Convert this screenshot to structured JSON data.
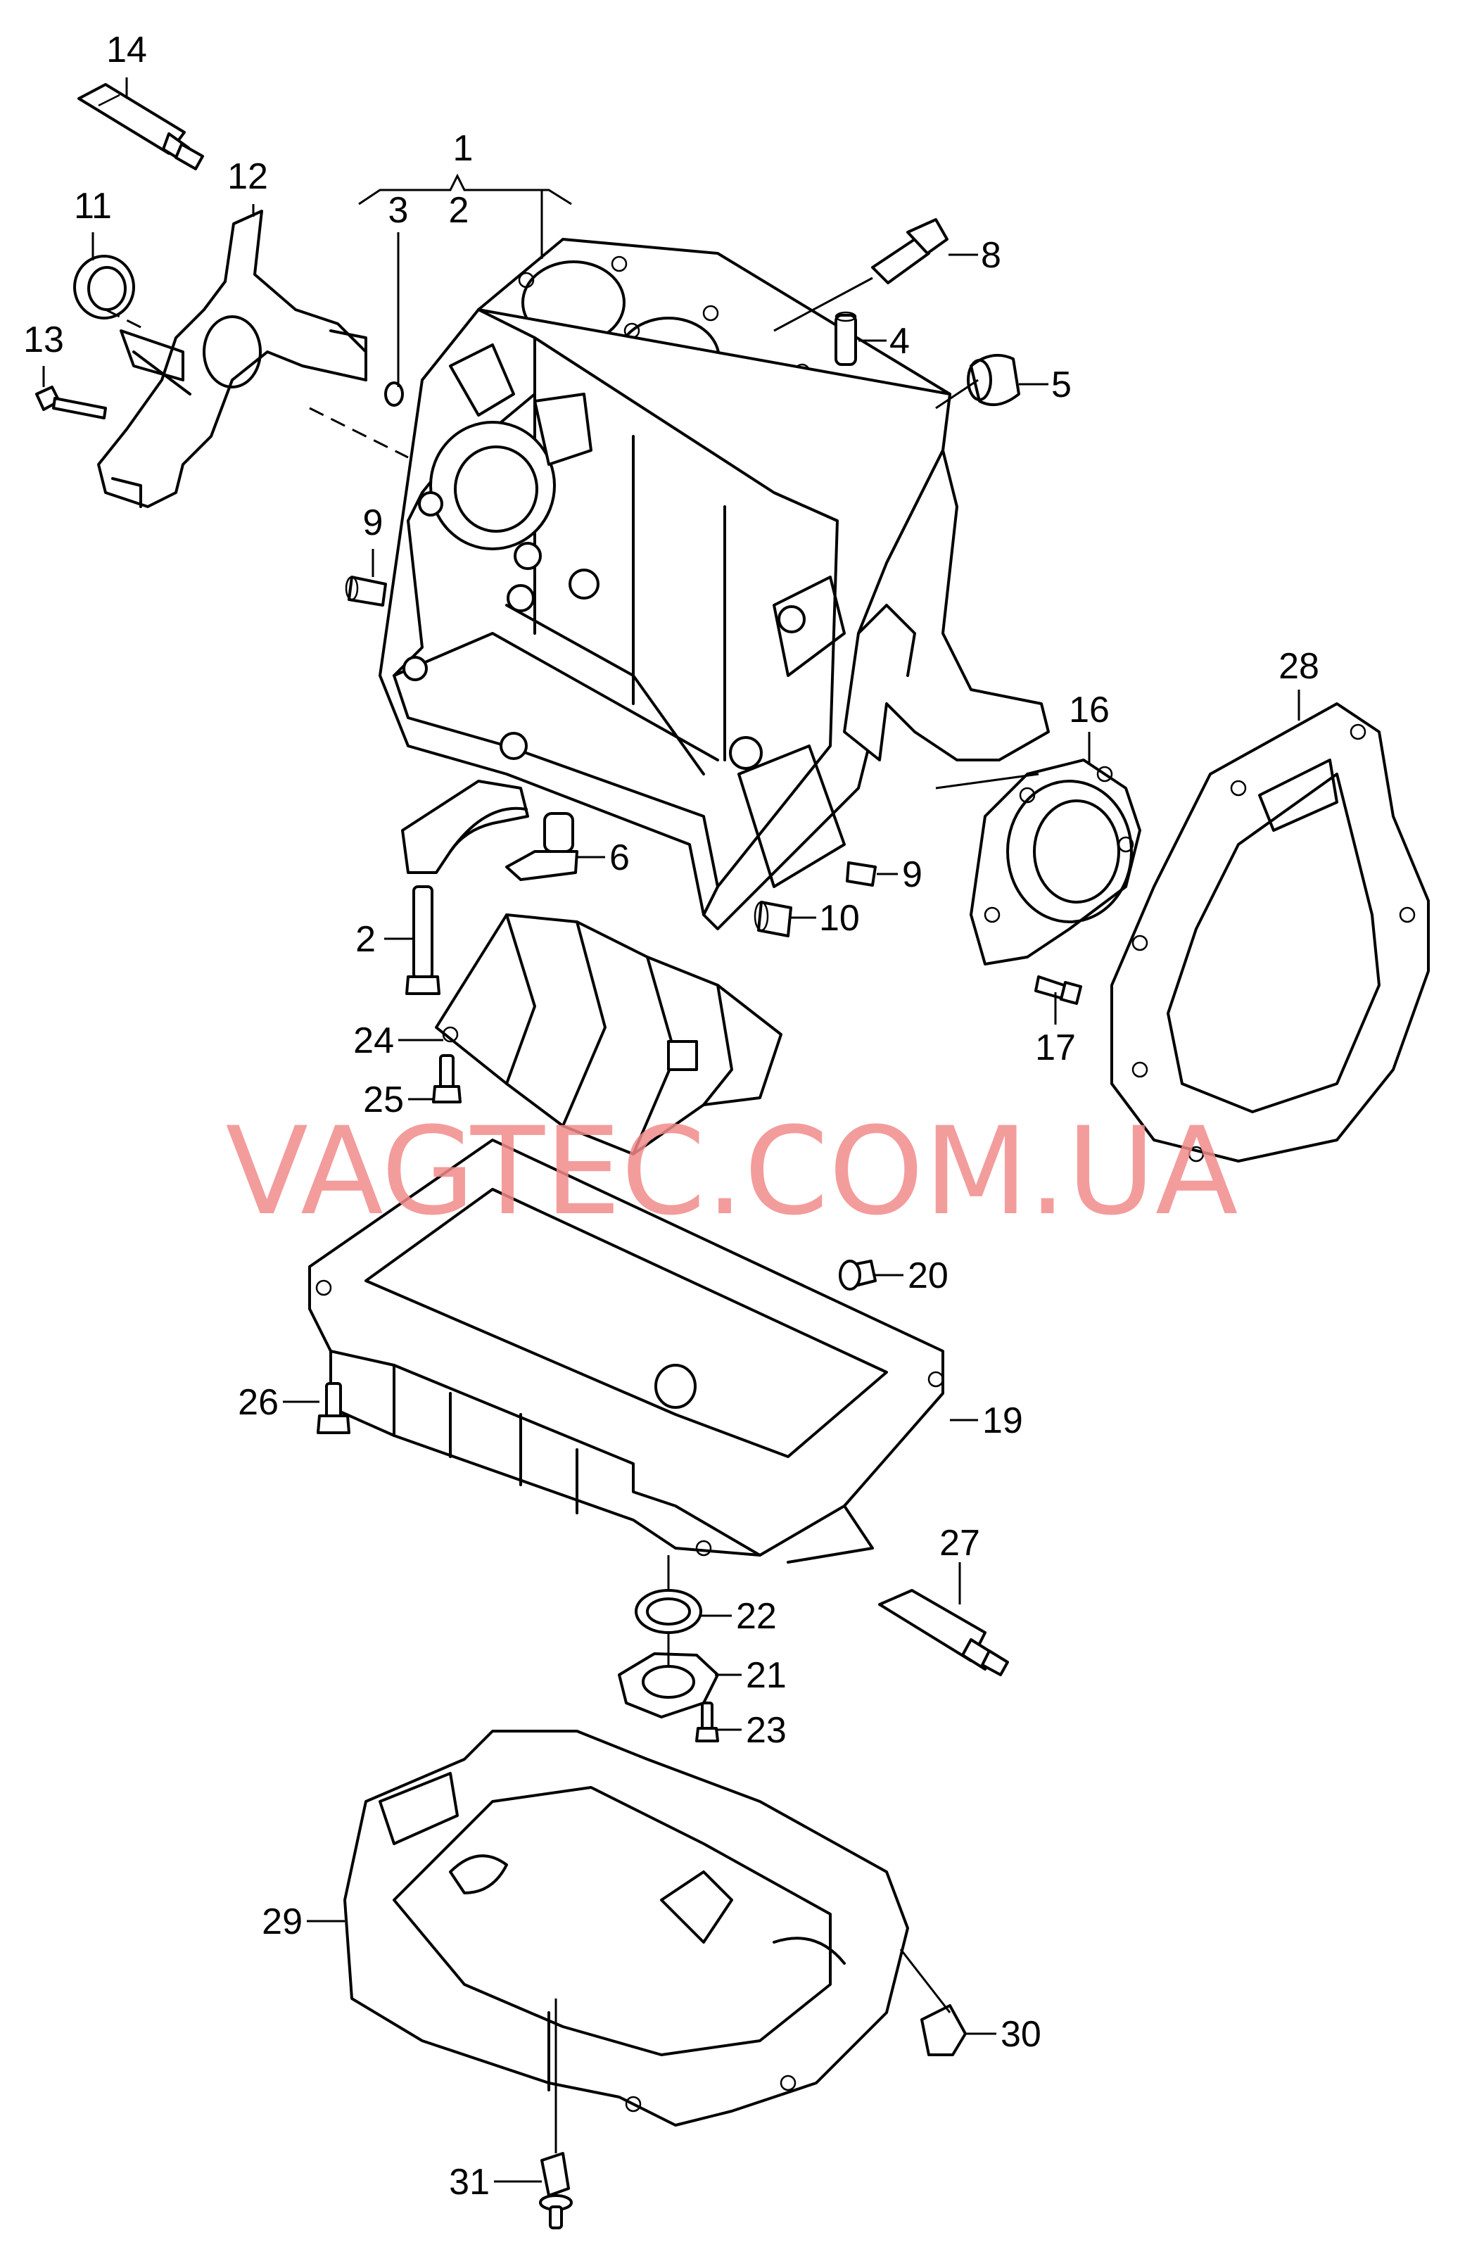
{
  "watermark": "VAGTEC.COM.UA",
  "callouts": {
    "c1": "1",
    "c2a": "2",
    "c2b": "2",
    "c3": "3",
    "c4": "4",
    "c5": "5",
    "c6": "6",
    "c8": "8",
    "c9a": "9",
    "c9b": "9",
    "c10": "10",
    "c11": "11",
    "c12": "12",
    "c13": "13",
    "c14": "14",
    "c16": "16",
    "c17": "17",
    "c19": "19",
    "c20": "20",
    "c21": "21",
    "c22": "22",
    "c23": "23",
    "c24": "24",
    "c25": "25",
    "c26": "26",
    "c27": "27",
    "c28": "28",
    "c29": "29",
    "c30": "30",
    "c31": "31"
  }
}
